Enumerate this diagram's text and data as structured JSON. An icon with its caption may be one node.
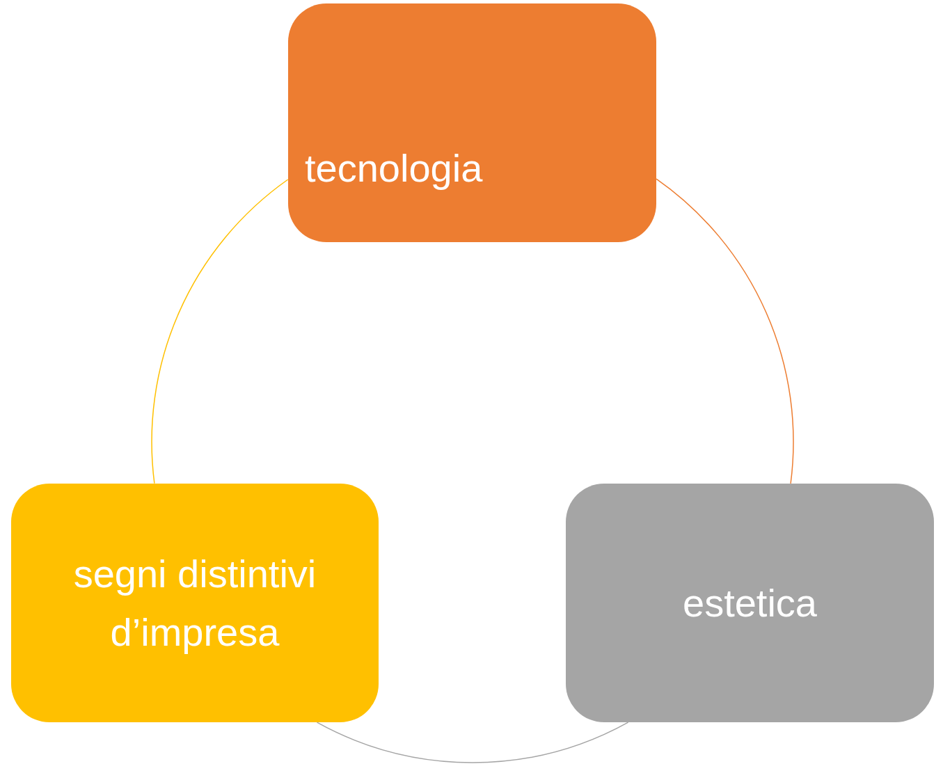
{
  "diagram": {
    "nodes": [
      {
        "text": [
          "tecnologia"
        ]
      },
      {
        "text": [
          "estetica"
        ]
      },
      {
        "text": [
          "segni distintivi d’impresa"
        ]
      }
    ],
    "edges": [
      {
        "from": 0,
        "to": 1,
        "arrow": "none",
        "color": "#ed7d31"
      },
      {
        "from": 1,
        "to": 2,
        "arrow": "none",
        "color": "#a5a5a5"
      },
      {
        "from": 2,
        "to": 0,
        "arrow": "none",
        "color": "#ffc000"
      }
    ]
  }
}
